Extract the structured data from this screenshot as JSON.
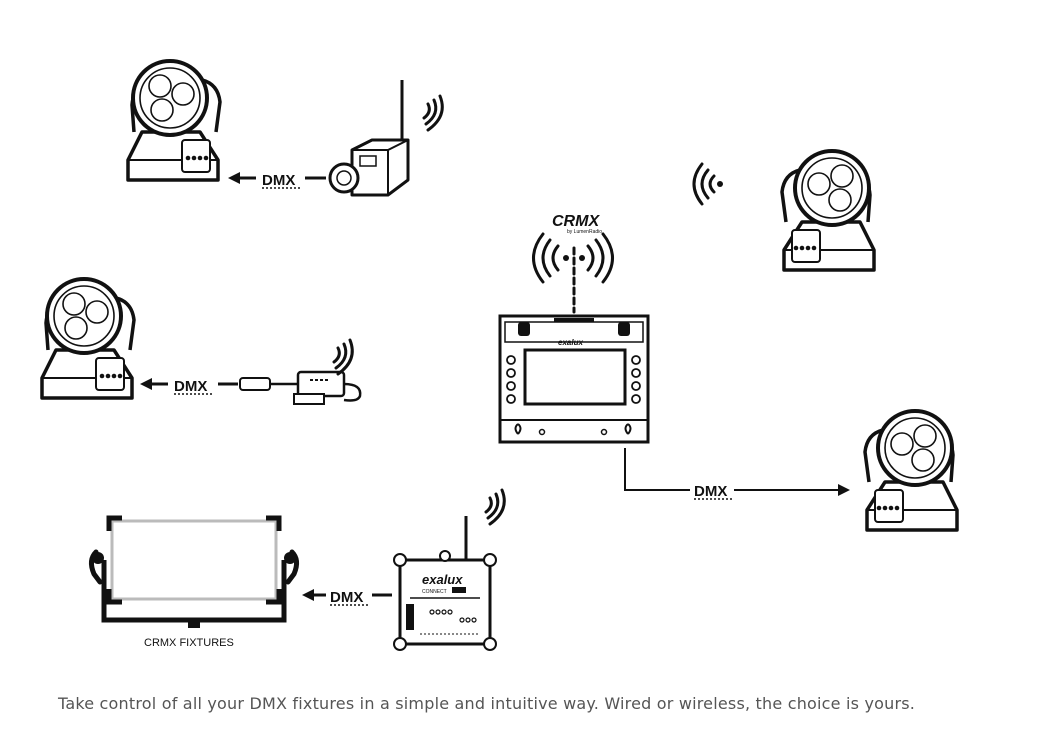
{
  "dmx_label": "DMX",
  "crmx_logo": {
    "name": "CRMX",
    "sub": "by LumenRadio"
  },
  "exalux_brand": "exalux",
  "connect_label": "CONNECT",
  "fixtures_label": "CRMX FIXTURES",
  "caption": "Take control of all your DMX fixtures in a simple and intuitive way. Wired or wireless, the choice is yours.",
  "colors": {
    "line": "#111111",
    "caption": "#555555"
  }
}
